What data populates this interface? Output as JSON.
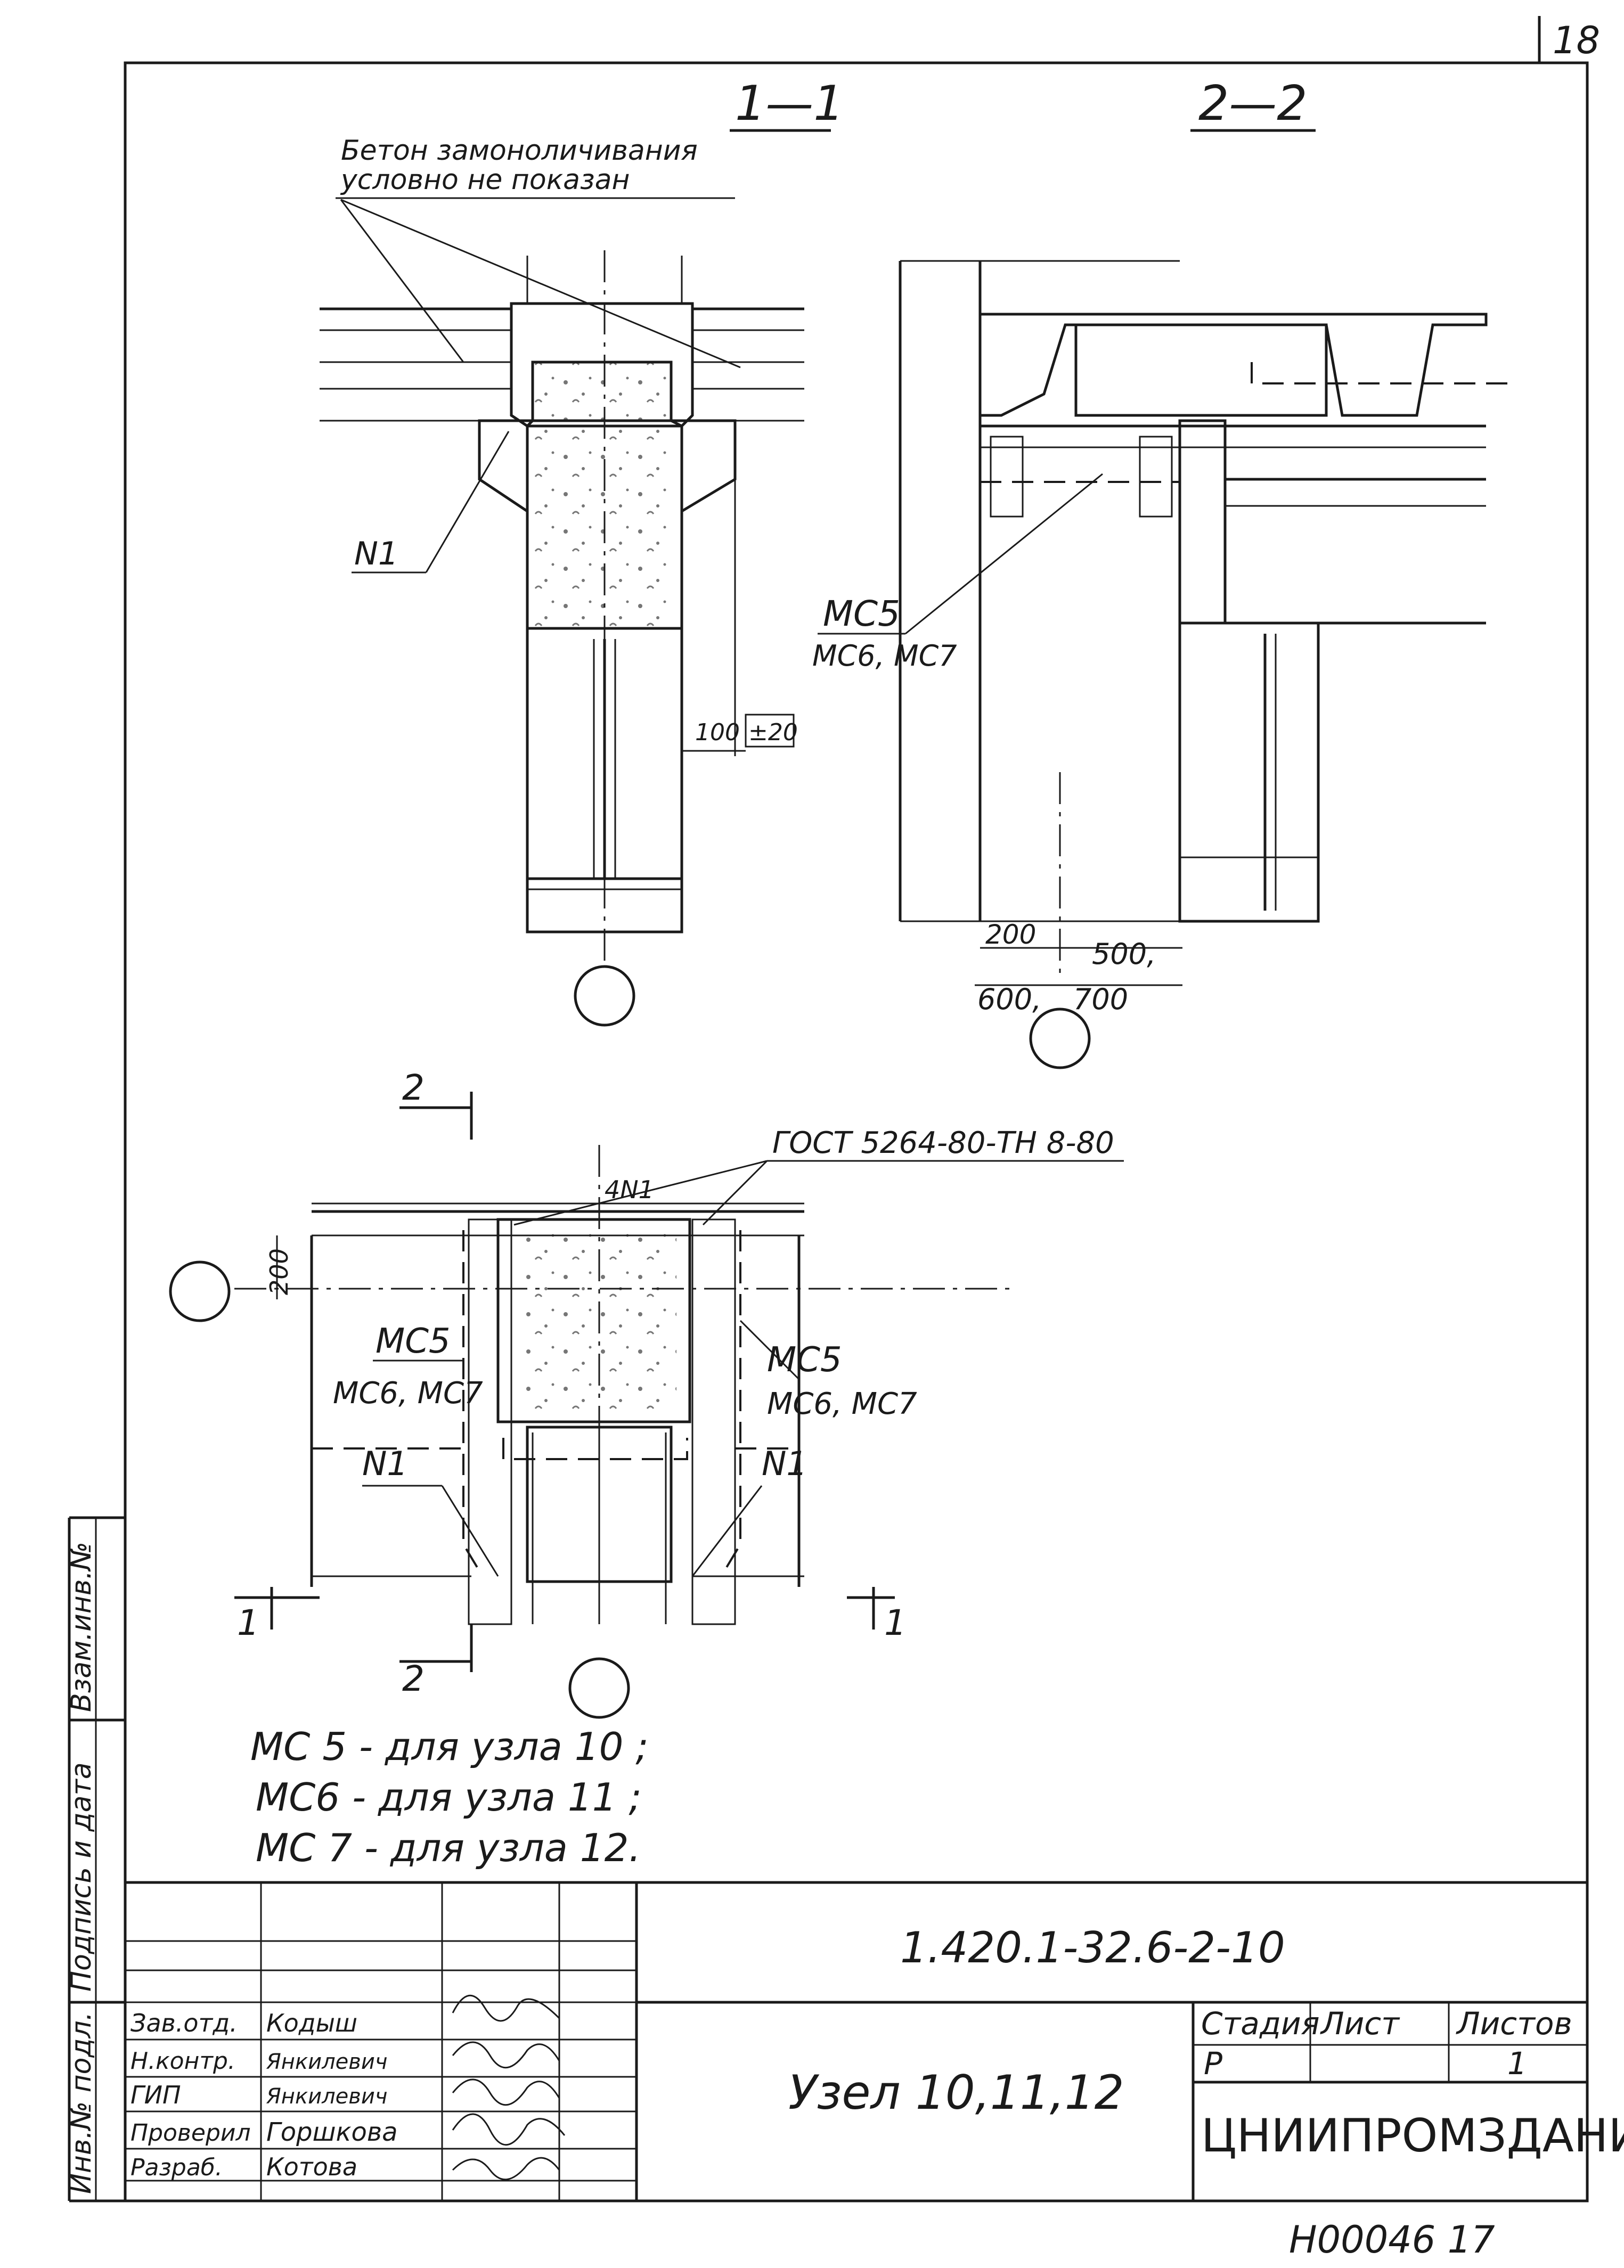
{
  "page_number": "18",
  "bottom_stamp": "Н00046 17",
  "section_1_1": {
    "title": "1—1"
  },
  "section_2_2": {
    "title": "2—2"
  },
  "note_concrete": {
    "line1": "Бетон замоноличивания",
    "line2": "условно не показан"
  },
  "labels": {
    "n1": "N1",
    "mc5": "MC5",
    "mc6_mc7": "MC6, MC7",
    "mc6_mc7_split": "MC6, MC7",
    "four_n1": "4N1",
    "gost": "ГОСТ 5264-80-ТН 8-80",
    "mc5_left": "MC5",
    "mc6_mc7_left": "MC6, MC7",
    "mc5_right": "MC5",
    "mc6_mc7_right": "MC6, MC7",
    "n1_left": "N1",
    "n1_right": "N1",
    "cut2_top": "2",
    "cut2_bottom": "2",
    "cut1_left": "1",
    "cut1_right": "1"
  },
  "dimensions": {
    "d100": "100",
    "tol20": "±20",
    "d200": "200",
    "d500": "500,",
    "d600": "600,",
    "d700": "700",
    "d200_plan": "200"
  },
  "legend": [
    "MC 5 - для узла 10 ;",
    "MC6 - для узла 11 ;",
    "MC 7 - для узла 12."
  ],
  "sidebar": {
    "inv_podl": "Инв.№ подл.",
    "podpis_data": "Подпись и дата",
    "vzam_inv": "Взам.инв.№"
  },
  "title_block": {
    "doc_code": "1.420.1-32.6-2-10",
    "title": "Узел 10,11,12",
    "headers": {
      "stage": "Стадия",
      "sheet": "Лист",
      "sheets": "Листов"
    },
    "values": {
      "stage": "Р",
      "sheet": "",
      "sheets": "1"
    },
    "organization": "ЦНИИПРОМЗДАНИЙ",
    "people": [
      {
        "role": "Зав.отд.",
        "name": "Кодыш"
      },
      {
        "role": "Н.контр.",
        "name": "Янкилевич"
      },
      {
        "role": "ГИП",
        "name": "Янкилевич"
      },
      {
        "role": "Проверил",
        "name": "Горшкова"
      },
      {
        "role": "Разраб.",
        "name": "Котова"
      }
    ]
  }
}
